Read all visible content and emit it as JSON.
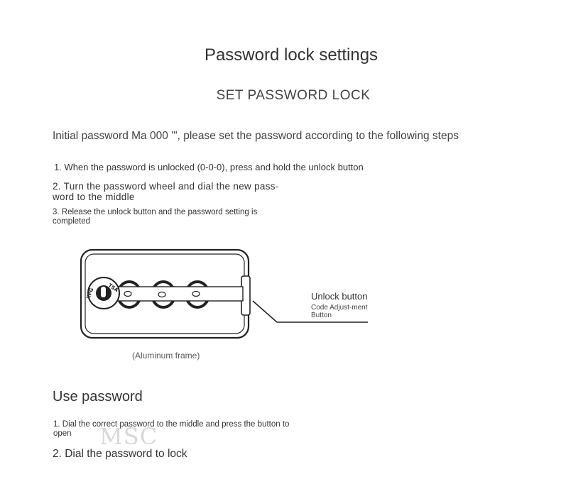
{
  "header": {
    "title": "Password lock settings",
    "subtitle": "SET PASSWORD LOCK"
  },
  "setup": {
    "intro": "Initial password Ma 000 '\", please set the password according to the following steps",
    "steps": [
      "1. When the password is unlocked (0-0-0), press and hold the unlock button",
      "2. Turn the password wheel and dial the new pass-word to the middle",
      "3. Release the unlock button and the password setting is completed"
    ]
  },
  "diagram": {
    "caption": "(Aluminum frame)",
    "unlock_label": "Unlock button",
    "code_adjustment_label": "Code Adjust-ment Button",
    "logo_text": "TSA",
    "logo_sub": "XPG"
  },
  "usage": {
    "title": "Use password",
    "steps": [
      "1. Dial the correct password to the middle and press the button to open",
      "2. Dial the password to lock"
    ]
  },
  "watermark": "MSC"
}
